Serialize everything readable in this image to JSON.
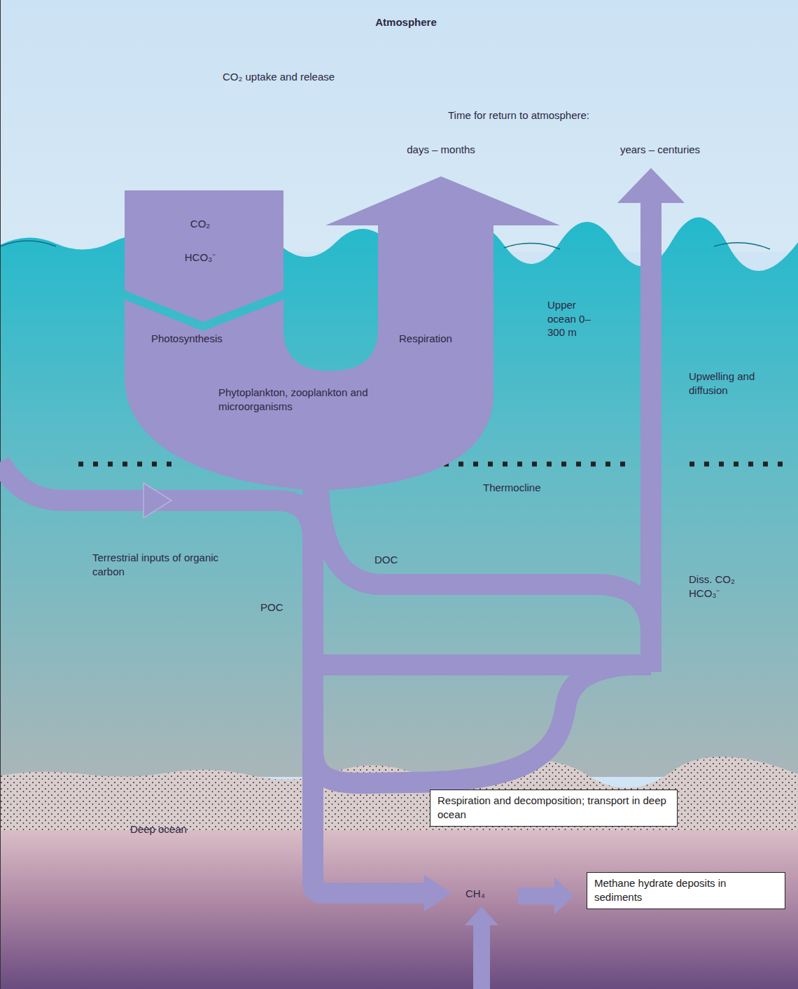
{
  "diagram": {
    "nodes": [
      {
        "text": [
          "Respiration and decomposition; transport in deep ocean"
        ]
      },
      {
        "text": [
          "Methane hydrate deposits in sediments"
        ]
      }
    ],
    "labels": [
      "Atmosphere",
      "CO₂ uptake and release",
      "Time for return to atmosphere:",
      "days – months",
      "years – centuries",
      "CO₂",
      "HCO₃⁻",
      "Photosynthesis",
      "Respiration",
      "Phytoplankton, zooplankton and microorganisms",
      "Upper ocean 0–300 m",
      "Upwelling and diffusion",
      "Thermocline",
      "Terrestrial inputs of organic carbon",
      "DOC",
      "POC",
      "Diss. CO₂ HCO₃⁻",
      "Deep ocean",
      "CH₄"
    ]
  }
}
